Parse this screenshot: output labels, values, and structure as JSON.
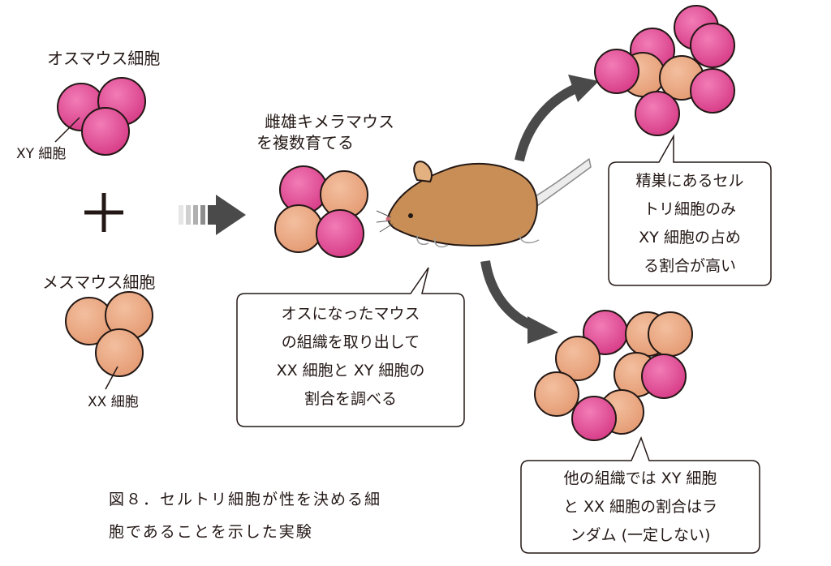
{
  "labels": {
    "male_cells": "オスマウス細胞",
    "xy_cell": "XY 細胞",
    "female_cells": "メスマウス細胞",
    "xx_cell": "XX 細胞",
    "chimera_line1": "雌雄キメラマウス",
    "chimera_line2": "を複数育てる"
  },
  "bubbles": {
    "tissue": [
      "オスになったマウス",
      "の組織を取り出して",
      "XX 細胞と XY 細胞の",
      "割合を調べる"
    ],
    "sertoli": [
      "精巣にあるセル",
      "トリ細胞のみ",
      "XY 細胞の占め",
      "る割合が高い"
    ],
    "other": [
      "他の組織では XY 細胞",
      "と XX 細胞の割合はラ",
      "ンダム (一定しない)"
    ]
  },
  "caption": [
    "図８．セルトリ細胞が性を決める細",
    "胞であることを示した実験"
  ],
  "colors": {
    "xy_cell": "#e0468f",
    "xx_cell": "#eaa07a",
    "mouse_body": "#c98e55",
    "arrow": "#4a4a4a",
    "outline": "#231815"
  }
}
